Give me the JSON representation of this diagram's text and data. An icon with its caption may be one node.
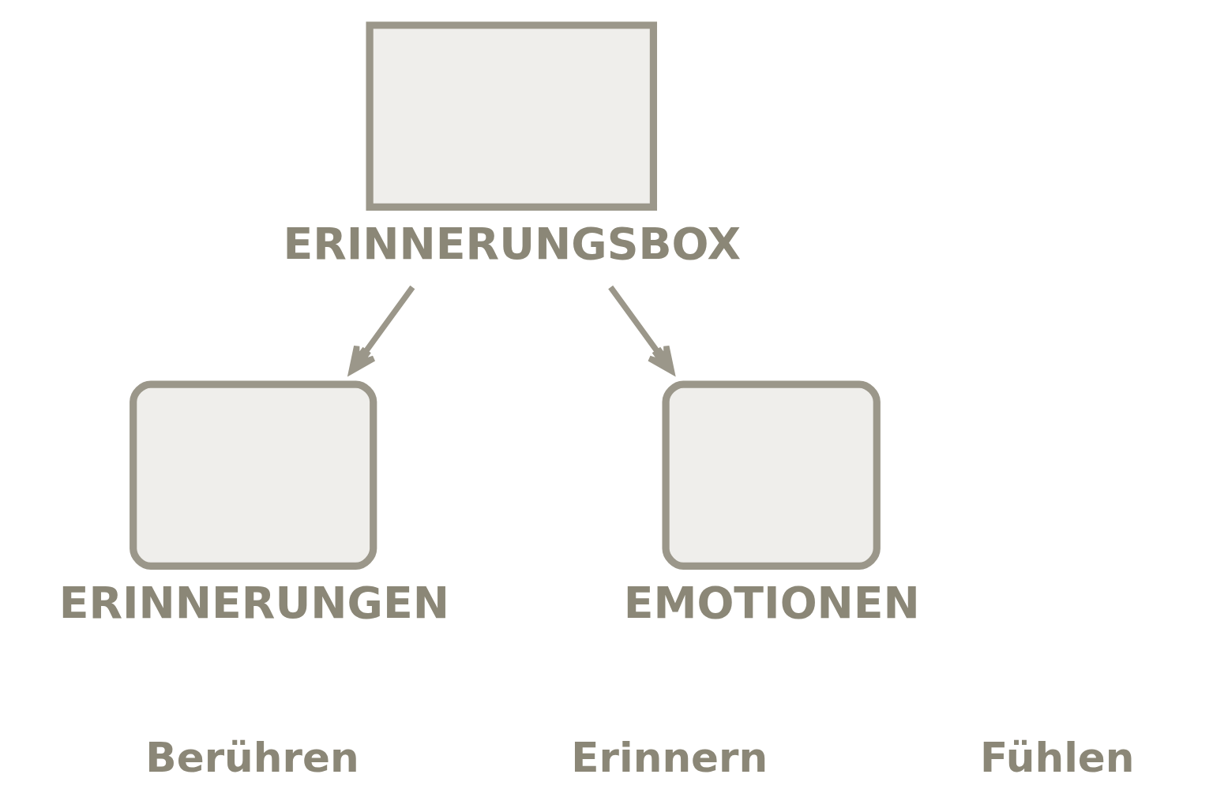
{
  "diagram": {
    "nodes": [
      {
        "text": [
          "ERINNERUNGSBOX"
        ]
      },
      {
        "text": [
          "ERINNERUNGEN"
        ]
      },
      {
        "text": [
          "EMOTIONEN"
        ]
      }
    ],
    "edges": [
      {
        "from": 0,
        "to": 1,
        "arrow": "to"
      },
      {
        "from": 0,
        "to": 2,
        "arrow": "to"
      }
    ],
    "labels": [
      "Berühren",
      "Erinnern",
      "Fühlen"
    ]
  }
}
